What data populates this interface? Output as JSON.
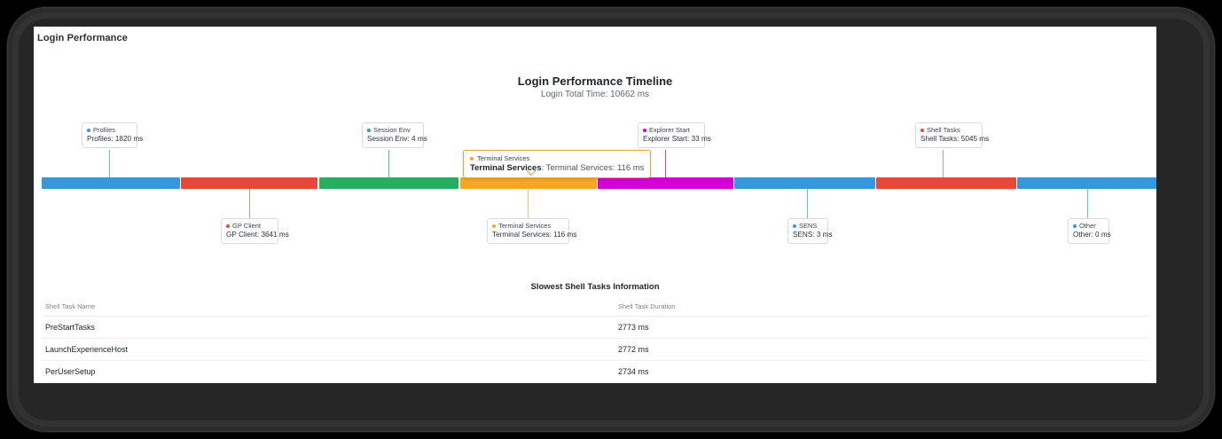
{
  "app": {
    "title": "Login Performance"
  },
  "chart": {
    "title": "Login Performance Timeline",
    "subtitle": "Login Total Time: 10662 ms"
  },
  "tooltip": {
    "header": "Terminal Services",
    "name": "Terminal Services",
    "separator": ": ",
    "value": "Terminal Services: 116 ms",
    "border_color": "#e8a33d",
    "dot_color": "#f5a623"
  },
  "callouts": {
    "profiles": {
      "header": "Profiles",
      "body": "Profiles: 1820 ms",
      "color": "#3498db"
    },
    "session_env": {
      "header": "Session Env",
      "body": "Session Env: 4 ms",
      "color": "#27ae60"
    },
    "explorer": {
      "header": "Explorer Start",
      "body": "Explorer Start: 33 ms",
      "color": "#d500d5"
    },
    "shell_tasks": {
      "header": "Shell Tasks",
      "body": "Shell Tasks: 5045 ms",
      "color": "#e8483a"
    },
    "gp_client": {
      "header": "GP Client",
      "body": "GP Client: 3641 ms",
      "color": "#e8483a"
    },
    "terminal": {
      "header": "Terminal Services",
      "body": "Terminal Services: 116 ms",
      "color": "#f5a623"
    },
    "sens": {
      "header": "SENS",
      "body": "SENS: 3 ms",
      "color": "#3498db"
    },
    "other": {
      "header": "Other",
      "body": "Other: 0 ms",
      "color": "#3498db"
    }
  },
  "table": {
    "title": "Slowest Shell Tasks Information",
    "columns": [
      "Shell Task Name",
      "Shell Task Duration"
    ],
    "rows": [
      {
        "name": "PreStartTasks",
        "duration": "2773 ms"
      },
      {
        "name": "LaunchExperienceHost",
        "duration": "2772 ms"
      },
      {
        "name": "PerUserSetup",
        "duration": "2734 ms"
      }
    ]
  },
  "chart_data": {
    "type": "bar",
    "title": "Login Performance Timeline",
    "subtitle": "Login Total Time: 10662 ms",
    "orientation": "horizontal-stacked-timeline",
    "total_ms": 10662,
    "xlabel": "",
    "ylabel": "",
    "grid": false,
    "legend": "callout-labels",
    "categories": [
      "Profiles",
      "GP Client",
      "Session Env",
      "Terminal Services",
      "Explorer Start",
      "SENS",
      "Shell Tasks",
      "Other"
    ],
    "values": [
      1820,
      3641,
      4,
      116,
      33,
      3,
      5045,
      0
    ],
    "segments": [
      {
        "name": "Profiles",
        "value_ms": 1820,
        "label": "Profiles: 1820 ms",
        "color": "#3498db",
        "start_pct": 0.0,
        "width_pct": 12.5
      },
      {
        "name": "GP Client",
        "value_ms": 3641,
        "label": "GP Client: 3641 ms",
        "color": "#e8483a",
        "start_pct": 12.5,
        "width_pct": 12.3
      },
      {
        "name": "Session Env",
        "value_ms": 4,
        "label": "Session Env: 4 ms",
        "color": "#27ae60",
        "start_pct": 24.8,
        "width_pct": 12.7
      },
      {
        "name": "Terminal Services",
        "value_ms": 116,
        "label": "Terminal Services: 116 ms",
        "color": "#f5a623",
        "start_pct": 37.5,
        "width_pct": 12.4
      },
      {
        "name": "Explorer Start",
        "value_ms": 33,
        "label": "Explorer Start: 33 ms",
        "color": "#d500d5",
        "start_pct": 49.9,
        "width_pct": 12.3
      },
      {
        "name": "SENS",
        "value_ms": 3,
        "label": "SENS: 3 ms",
        "color": "#3498db",
        "start_pct": 62.2,
        "width_pct": 12.7
      },
      {
        "name": "Shell Tasks",
        "value_ms": 5045,
        "label": "Shell Tasks: 5045 ms",
        "color": "#e8483a",
        "start_pct": 74.9,
        "width_pct": 12.7
      },
      {
        "name": "Other",
        "value_ms": 0,
        "label": "Other: 0 ms",
        "color": "#3498db",
        "start_pct": 87.6,
        "width_pct": 12.4
      }
    ]
  }
}
